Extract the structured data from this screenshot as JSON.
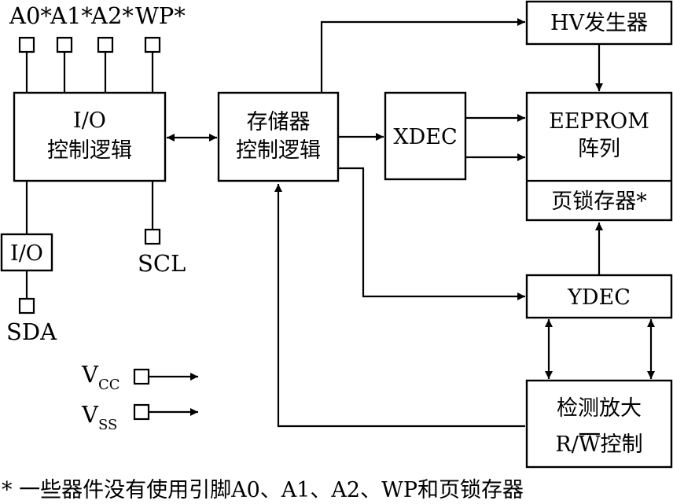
{
  "pins_top": {
    "a0": "A0*",
    "a1": "A1*",
    "a2": "A2*",
    "wp": "WP*"
  },
  "io_logic": {
    "line1": "I/O",
    "line2": "控制逻辑"
  },
  "memory_logic": {
    "line1": "存储器",
    "line2": "控制逻辑"
  },
  "xdec": "XDEC",
  "hv_gen": "HV发生器",
  "eeprom": {
    "line1": "EEPROM",
    "line2": "阵列",
    "page_latch": "页锁存器*"
  },
  "ydec": "YDEC",
  "sense": {
    "line1": "检测放大",
    "r": "R/",
    "w": "W",
    "ctrl": "控制"
  },
  "io_block": "I/O",
  "sda": "SDA",
  "scl": "SCL",
  "vcc": {
    "v": "V",
    "sub": "CC"
  },
  "vss": {
    "v": "V",
    "sub": "SS"
  },
  "footnote": "* 一些器件没有使用引脚A0、A1、A2、WP和页锁存器"
}
